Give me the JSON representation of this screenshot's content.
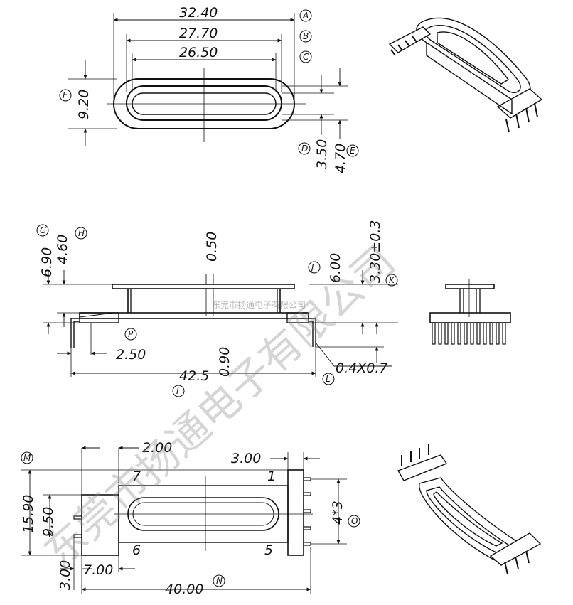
{
  "top_view": {
    "dims": {
      "a": "32.40",
      "b": "27.70",
      "c": "26.50",
      "f": "9.20",
      "d": "3.50",
      "e": "4.70"
    },
    "markers": {
      "a": "A",
      "b": "B",
      "c": "C",
      "d": "D",
      "e": "E",
      "f": "F"
    }
  },
  "side_view": {
    "dims": {
      "g": "6.90",
      "h": "4.60",
      "slot": "0.50",
      "j": "6.00",
      "k": "3.30±0.3",
      "p": "2.50",
      "l": "0.4X0.7",
      "i": "42.5",
      "base": "0.90"
    },
    "markers": {
      "g": "G",
      "h": "H",
      "j": "J",
      "k": "K",
      "p": "P",
      "l": "L",
      "i": "I"
    }
  },
  "bottom_view": {
    "dims": {
      "top_left": "2.00",
      "top_right": "3.00",
      "m": "15.90",
      "inner": "9.50",
      "pitch": "4*3",
      "pin_len": "3.00",
      "flange": "7.00",
      "n": "40.00"
    },
    "markers": {
      "m": "M",
      "o": "O",
      "n": "N"
    },
    "pins": {
      "p7": "7",
      "p1": "1",
      "p6": "6",
      "p5": "5"
    }
  },
  "watermark": {
    "main": "东莞市扬通电子有限公司",
    "small": "东莞市扬通电子有限公司"
  }
}
